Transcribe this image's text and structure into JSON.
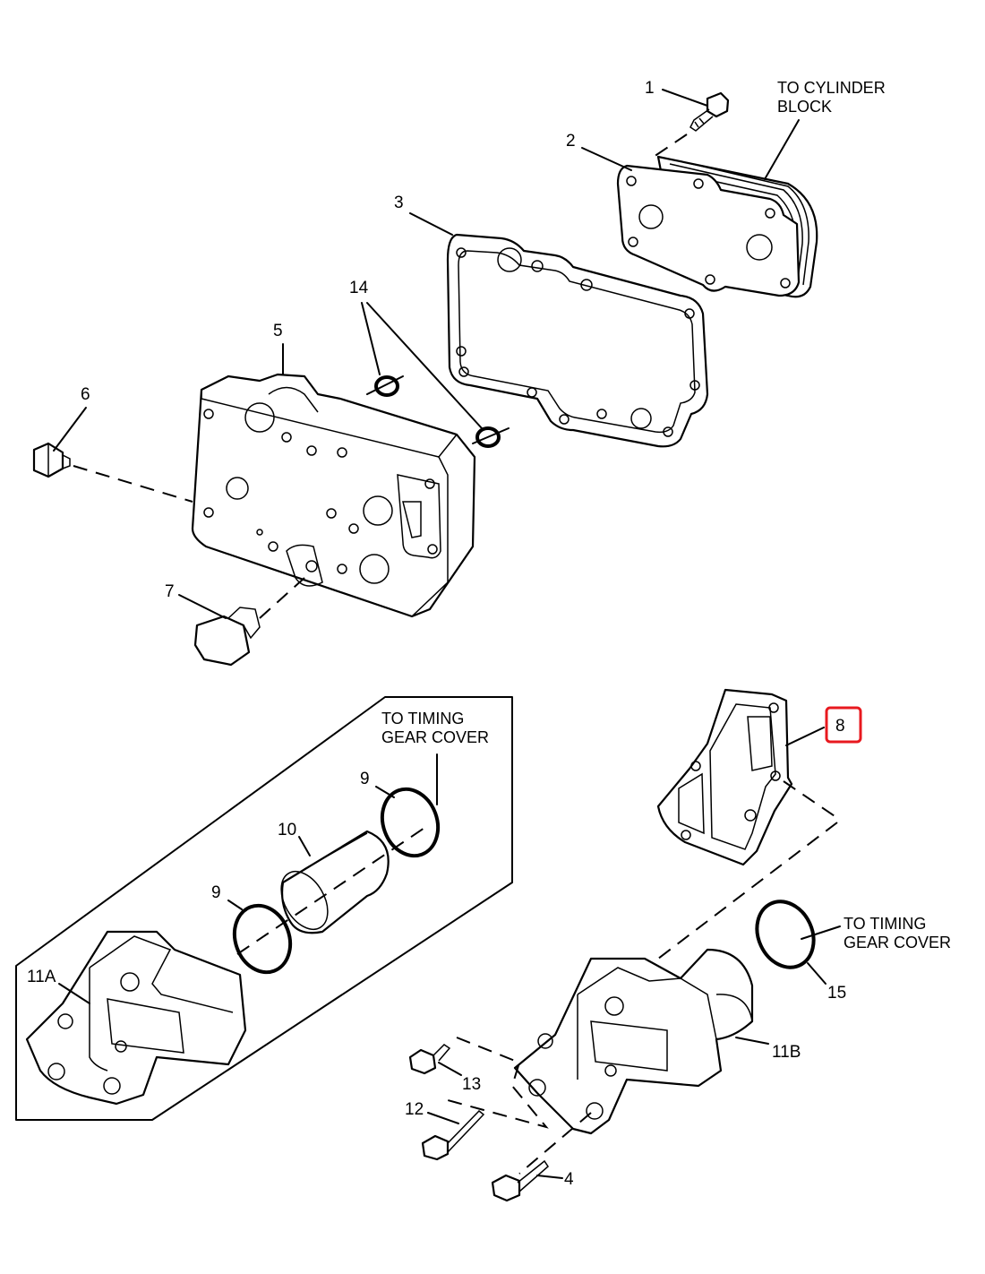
{
  "labels": {
    "p1": "1",
    "p2": "2",
    "p3": "3",
    "p4": "4",
    "p5": "5",
    "p6": "6",
    "p7": "7",
    "p8": "8",
    "p9a": "9",
    "p9b": "9",
    "p10": "10",
    "p11a": "11A",
    "p11b": "11B",
    "p12": "12",
    "p13": "13",
    "p14": "14",
    "p15": "15"
  },
  "notes": {
    "cyl_1": "TO CYLINDER",
    "cyl_2": "BLOCK",
    "gear_a1": "TO TIMING",
    "gear_a2": "GEAR COVER",
    "gear_b1": "TO TIMING",
    "gear_b2": "GEAR COVER"
  },
  "highlight": {
    "label": "8",
    "color": "#e8191f"
  }
}
